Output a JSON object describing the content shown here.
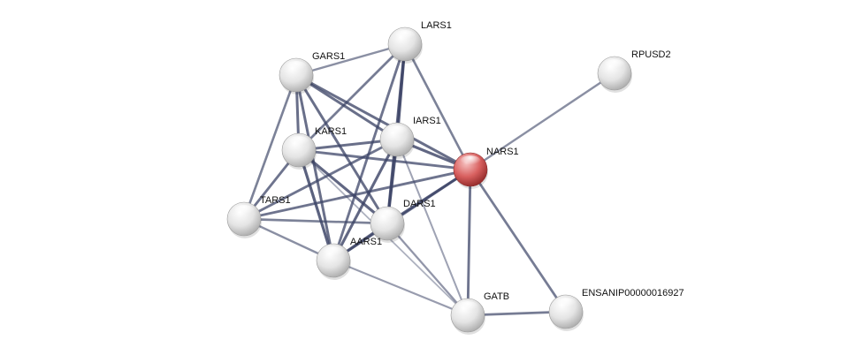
{
  "graph": {
    "query_color": "#c94b4b",
    "node_color": "#e6e6e6",
    "edge_color": "#3c4466",
    "nodes": [
      {
        "id": "NARS1",
        "label": "NARS1",
        "query": true
      },
      {
        "id": "LARS1",
        "label": "LARS1",
        "query": false
      },
      {
        "id": "GARS1",
        "label": "GARS1",
        "query": false
      },
      {
        "id": "RPUSD2",
        "label": "RPUSD2",
        "query": false
      },
      {
        "id": "IARS1",
        "label": "IARS1",
        "query": false
      },
      {
        "id": "KARS1",
        "label": "KARS1",
        "query": false
      },
      {
        "id": "TARS1",
        "label": "TARS1",
        "query": false
      },
      {
        "id": "DARS1",
        "label": "DARS1",
        "query": false
      },
      {
        "id": "AARS1",
        "label": "AARS1",
        "query": false
      },
      {
        "id": "GATB",
        "label": "GATB",
        "query": false
      },
      {
        "id": "ENSANIP00000016927",
        "label": "ENSANIP00000016927",
        "query": false
      }
    ],
    "edges": [
      {
        "source": "NARS1",
        "target": "RPUSD2",
        "weight": 0.5
      },
      {
        "source": "NARS1",
        "target": "LARS1",
        "weight": 0.6
      },
      {
        "source": "NARS1",
        "target": "GARS1",
        "weight": 0.75
      },
      {
        "source": "NARS1",
        "target": "IARS1",
        "weight": 0.8
      },
      {
        "source": "NARS1",
        "target": "KARS1",
        "weight": 0.7
      },
      {
        "source": "NARS1",
        "target": "TARS1",
        "weight": 0.7
      },
      {
        "source": "NARS1",
        "target": "DARS1",
        "weight": 0.8
      },
      {
        "source": "NARS1",
        "target": "AARS1",
        "weight": 0.7
      },
      {
        "source": "NARS1",
        "target": "GATB",
        "weight": 0.7
      },
      {
        "source": "NARS1",
        "target": "ENSANIP00000016927",
        "weight": 0.65
      },
      {
        "source": "GATB",
        "target": "ENSANIP00000016927",
        "weight": 0.65
      },
      {
        "source": "LARS1",
        "target": "GARS1",
        "weight": 0.5
      },
      {
        "source": "LARS1",
        "target": "IARS1",
        "weight": 0.9
      },
      {
        "source": "LARS1",
        "target": "KARS1",
        "weight": 0.65
      },
      {
        "source": "LARS1",
        "target": "DARS1",
        "weight": 0.8
      },
      {
        "source": "LARS1",
        "target": "AARS1",
        "weight": 0.7
      },
      {
        "source": "GARS1",
        "target": "IARS1",
        "weight": 0.75
      },
      {
        "source": "GARS1",
        "target": "KARS1",
        "weight": 0.75
      },
      {
        "source": "GARS1",
        "target": "TARS1",
        "weight": 0.6
      },
      {
        "source": "GARS1",
        "target": "DARS1",
        "weight": 0.75
      },
      {
        "source": "GARS1",
        "target": "AARS1",
        "weight": 0.75
      },
      {
        "source": "IARS1",
        "target": "KARS1",
        "weight": 0.75
      },
      {
        "source": "IARS1",
        "target": "TARS1",
        "weight": 0.7
      },
      {
        "source": "IARS1",
        "target": "DARS1",
        "weight": 0.9
      },
      {
        "source": "IARS1",
        "target": "AARS1",
        "weight": 0.8
      },
      {
        "source": "IARS1",
        "target": "GATB",
        "weight": 0.35
      },
      {
        "source": "KARS1",
        "target": "TARS1",
        "weight": 0.7
      },
      {
        "source": "KARS1",
        "target": "DARS1",
        "weight": 0.8
      },
      {
        "source": "KARS1",
        "target": "AARS1",
        "weight": 0.85
      },
      {
        "source": "KARS1",
        "target": "GATB",
        "weight": 0.25
      },
      {
        "source": "TARS1",
        "target": "DARS1",
        "weight": 0.6
      },
      {
        "source": "TARS1",
        "target": "AARS1",
        "weight": 0.5
      },
      {
        "source": "DARS1",
        "target": "AARS1",
        "weight": 0.8
      },
      {
        "source": "DARS1",
        "target": "GATB",
        "weight": 0.45
      },
      {
        "source": "AARS1",
        "target": "GATB",
        "weight": 0.4
      }
    ]
  }
}
